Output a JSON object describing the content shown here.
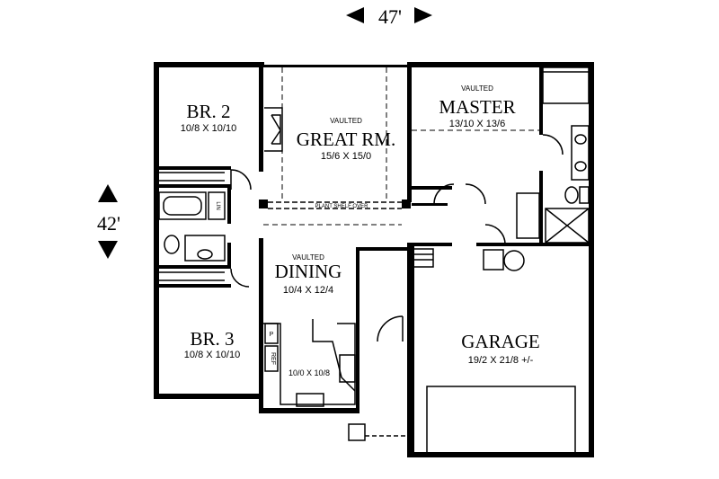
{
  "overall_dimensions": {
    "width": "47'",
    "depth": "42'"
  },
  "rooms": {
    "br2": {
      "name": "BR. 2",
      "size": "10/8 X 10/10"
    },
    "great_room": {
      "note": "VAULTED",
      "name": "GREAT RM.",
      "size": "15/6 X 15/0"
    },
    "master": {
      "note": "VAULTED",
      "name": "MASTER",
      "size": "13/10 X 13/6"
    },
    "dining": {
      "note": "VAULTED",
      "name": "DINING",
      "size": "10/4 X 12/4"
    },
    "br3": {
      "name": "BR. 3",
      "size": "10/8 X 10/10"
    },
    "garage": {
      "name": "GARAGE",
      "size": "19/2 X 21/8 +/-"
    },
    "kitchen": {
      "size": "10/0 X 10/8"
    }
  },
  "labels": {
    "plant_shelf": "PLANT SHELF OVER",
    "linen": "LIN",
    "pantry": "P",
    "refrigerator": "REF"
  },
  "colors": {
    "ink": "#000000",
    "background": "#ffffff"
  }
}
